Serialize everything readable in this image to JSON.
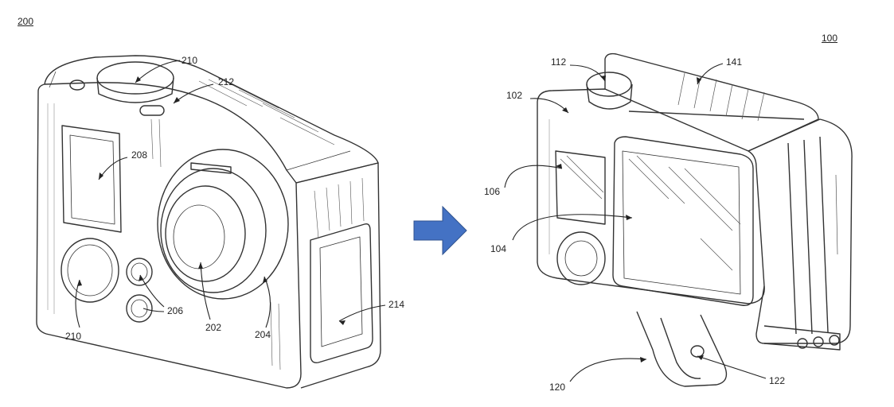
{
  "figures": {
    "left": {
      "number": "200"
    },
    "right": {
      "number": "100"
    }
  },
  "callouts": {
    "left": {
      "c210_top": "210",
      "c212": "212",
      "c208": "208",
      "c210_bottom": "210",
      "c206": "206",
      "c202": "202",
      "c204": "204",
      "c214": "214"
    },
    "right": {
      "c112": "112",
      "c141": "141",
      "c102": "102",
      "c106": "106",
      "c104": "104",
      "c120": "120",
      "c122": "122"
    }
  },
  "colors": {
    "arrow": "#4472c4",
    "line": "#333333"
  },
  "icons": {
    "transition": "right-arrow-icon"
  }
}
